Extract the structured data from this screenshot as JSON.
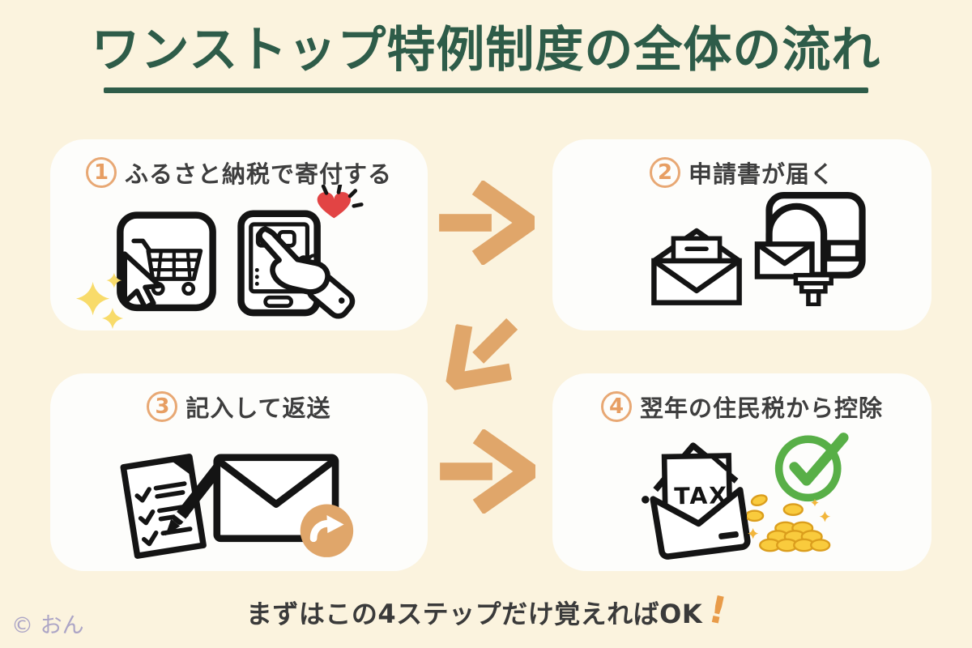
{
  "title": {
    "text": "ワンストップ特例制度の全体の流れ"
  },
  "steps": [
    {
      "number": "1",
      "label": "ふるさと納税で寄付する",
      "icons": [
        "sparkles-icon",
        "cursor-icon",
        "shopping-cart-icon",
        "smartphone-icon",
        "tap-hand-icon",
        "heart-icon"
      ]
    },
    {
      "number": "2",
      "label": "申請書が届く",
      "icons": [
        "open-envelope-letter-icon",
        "mailbox-icon"
      ]
    },
    {
      "number": "3",
      "label": "記入して返送",
      "icons": [
        "checklist-pen-icon",
        "envelope-return-arrow-icon"
      ]
    },
    {
      "number": "4",
      "label": "翌年の住民税から控除",
      "icons": [
        "tax-envelope-icon",
        "check-circle-icon",
        "coins-icon"
      ]
    }
  ],
  "icon_labels": {
    "tax_label": "TAX"
  },
  "caption": {
    "text": "まずはこの4ステップだけ覚えればOK",
    "mark": "!"
  },
  "footer": {
    "copyright": "© おん"
  },
  "colors": {
    "background": "#FBF3DE",
    "card": "#FDFDFB",
    "title_green": "#2E5C49",
    "arrow_orange": "#E0A66A",
    "number_orange": "#E79E63",
    "text_dark": "#3E3E3E",
    "heart_red": "#E24444",
    "sparkle_yellow": "#F8DB6A",
    "check_green": "#58AF47",
    "coin_gold": "#F9CB3D",
    "exclamation_orange": "#E89B49",
    "copyright_lavender": "#ACA5C6"
  }
}
